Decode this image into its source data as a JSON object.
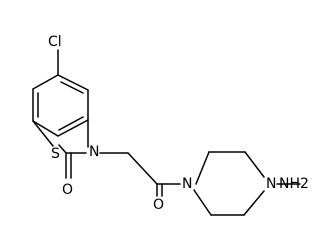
{
  "molecule": {
    "atoms": {
      "chlorine": "Cl",
      "sulfur": "S",
      "ring_nitrogen": "N",
      "carbonyl_oxygen": "O",
      "amide_oxygen": "O",
      "piperazine_n1": "N",
      "piperazine_n4": "N",
      "amino_group": "NH2"
    }
  }
}
